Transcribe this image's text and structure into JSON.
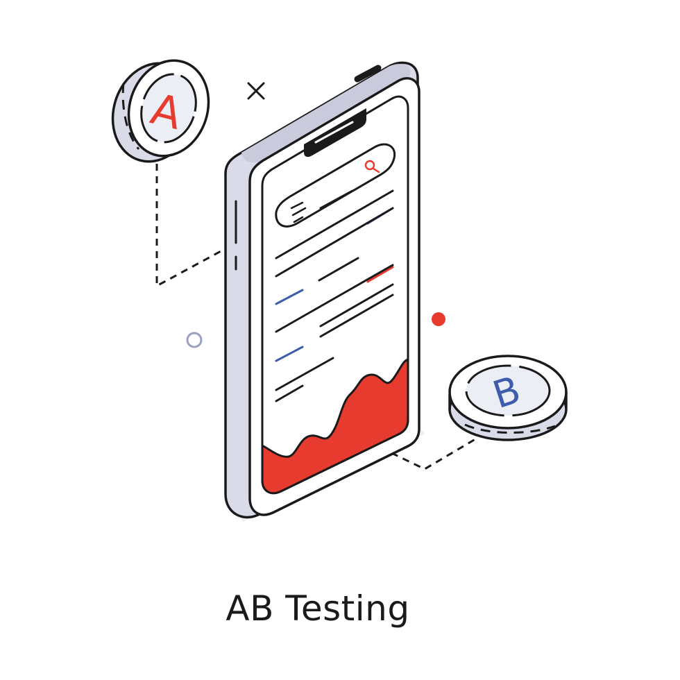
{
  "caption": "AB Testing",
  "coin_a": {
    "letter": "A",
    "color": "#e63b2e"
  },
  "coin_b": {
    "letter": "B",
    "color": "#3f5bab"
  },
  "colors": {
    "stroke": "#1a1a1a",
    "accent_red": "#e63b2e",
    "accent_blue": "#3f5bab",
    "panel_gray": "#dadbe8",
    "light_gray": "#eceef5"
  },
  "icons": [
    "search-icon",
    "menu-icon",
    "close-icon"
  ]
}
